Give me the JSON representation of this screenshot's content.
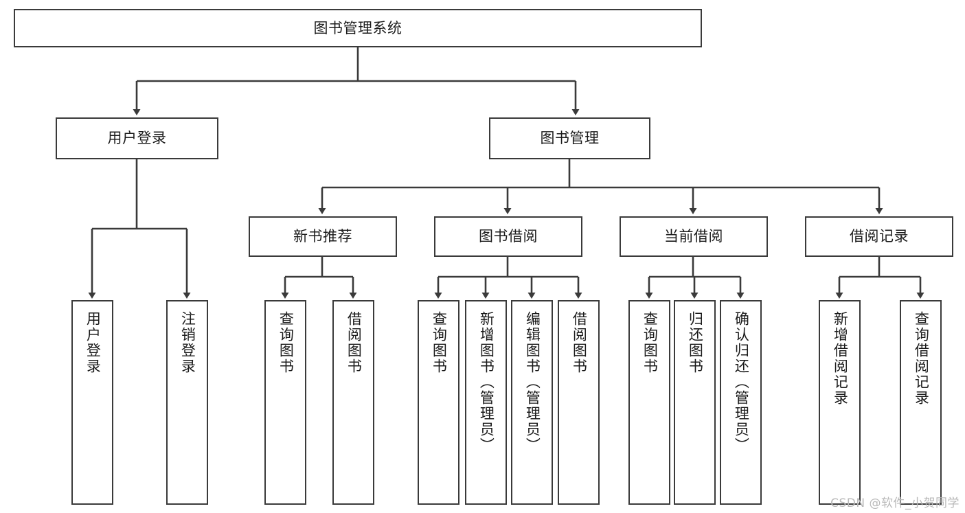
{
  "diagram": {
    "title": "图书管理系统",
    "type": "tree-hierarchy",
    "root": {
      "label": "图书管理系统"
    },
    "level2": [
      {
        "label": "用户登录"
      },
      {
        "label": "图书管理"
      }
    ],
    "level3": [
      {
        "label": "新书推荐"
      },
      {
        "label": "图书借阅"
      },
      {
        "label": "当前借阅"
      },
      {
        "label": "借阅记录"
      }
    ],
    "leaves": {
      "user_login": [
        {
          "label": "用户登录"
        },
        {
          "label": "注销登录"
        }
      ],
      "new_book_recommend": [
        {
          "label": "查询图书"
        },
        {
          "label": "借阅图书"
        }
      ],
      "book_borrow": [
        {
          "label": "查询图书"
        },
        {
          "label": "新增图书（管理员）"
        },
        {
          "label": "编辑图书（管理员）"
        },
        {
          "label": "借阅图书"
        }
      ],
      "current_borrow": [
        {
          "label": "查询图书"
        },
        {
          "label": "归还图书"
        },
        {
          "label": "确认归还（管理员）"
        }
      ],
      "borrow_record": [
        {
          "label": "新增借阅记录"
        },
        {
          "label": "查询借阅记录"
        }
      ]
    }
  },
  "watermark": {
    "text": "CSDN @软件_小贺同学"
  },
  "colors": {
    "stroke": "#3a3a3a",
    "background": "#ffffff",
    "text": "#1b1b1b",
    "watermark": "#b9b9b9"
  }
}
